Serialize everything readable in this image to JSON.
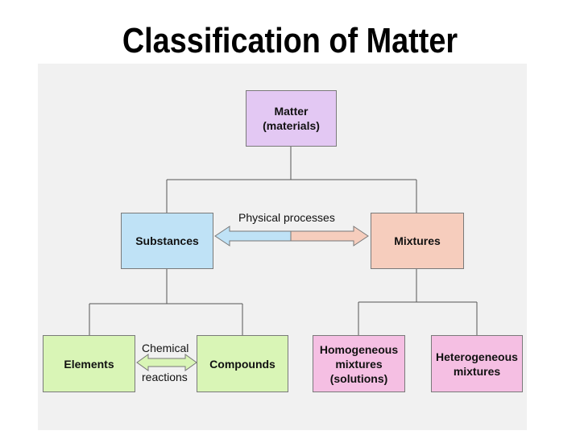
{
  "title": "Classification of Matter",
  "colors": {
    "matter": "#e3c8f3",
    "substances": "#bfe2f6",
    "mixtures": "#f6cdbd",
    "elements": "#d9f5b6",
    "compounds": "#d9f5b6",
    "mixture_types": "#f5bfe3",
    "panel": "#f1f1f1"
  },
  "nodes": {
    "matter": "Matter\n(materials)",
    "substances": "Substances",
    "mixtures": "Mixtures",
    "elements": "Elements",
    "compounds": "Compounds",
    "homogeneous": "Homogeneous\nmixtures\n(solutions)",
    "heterogeneous": "Heterogeneous\nmixtures"
  },
  "labels": {
    "physical_processes": "Physical processes",
    "chemical": "Chemical",
    "reactions": "reactions"
  }
}
